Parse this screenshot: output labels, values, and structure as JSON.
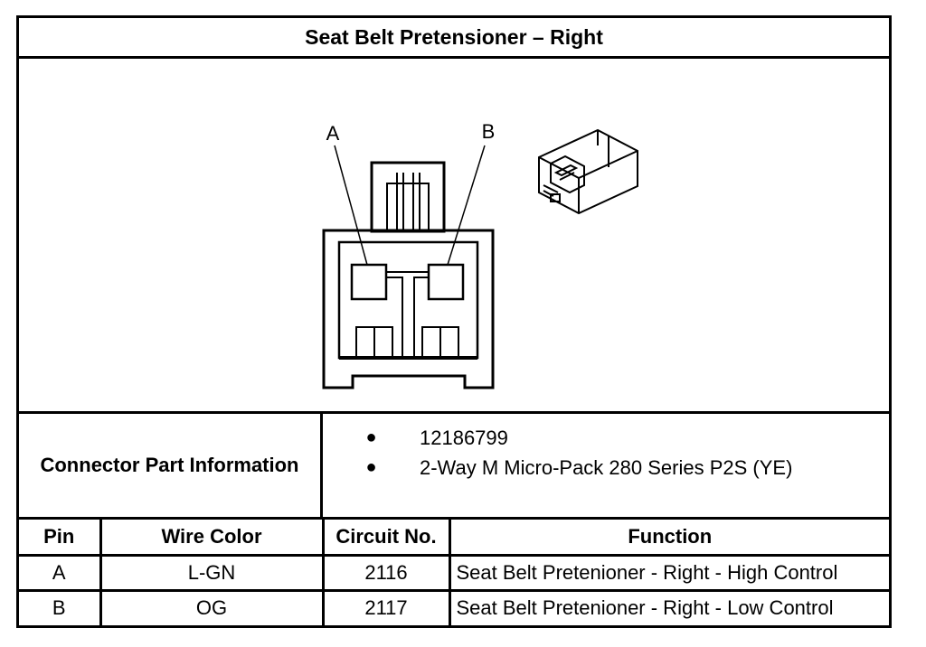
{
  "title": "Seat Belt Pretensioner – Right",
  "figure": {
    "pin_labels": [
      "A",
      "B"
    ],
    "icons": [
      "connector-face-icon",
      "connector-3d-icon"
    ]
  },
  "connector_info": {
    "label": "Connector Part Information",
    "items": [
      "12186799",
      "2-Way M Micro-Pack 280 Series P2S (YE)"
    ]
  },
  "pin_table": {
    "headers": [
      "Pin",
      "Wire Color",
      "Circuit No.",
      "Function"
    ],
    "rows": [
      [
        "A",
        "L-GN",
        "2116",
        "Seat Belt Pretenioner - Right - High Control"
      ],
      [
        "B",
        "OG",
        "2117",
        "Seat Belt Pretenioner - Right - Low Control"
      ]
    ]
  }
}
